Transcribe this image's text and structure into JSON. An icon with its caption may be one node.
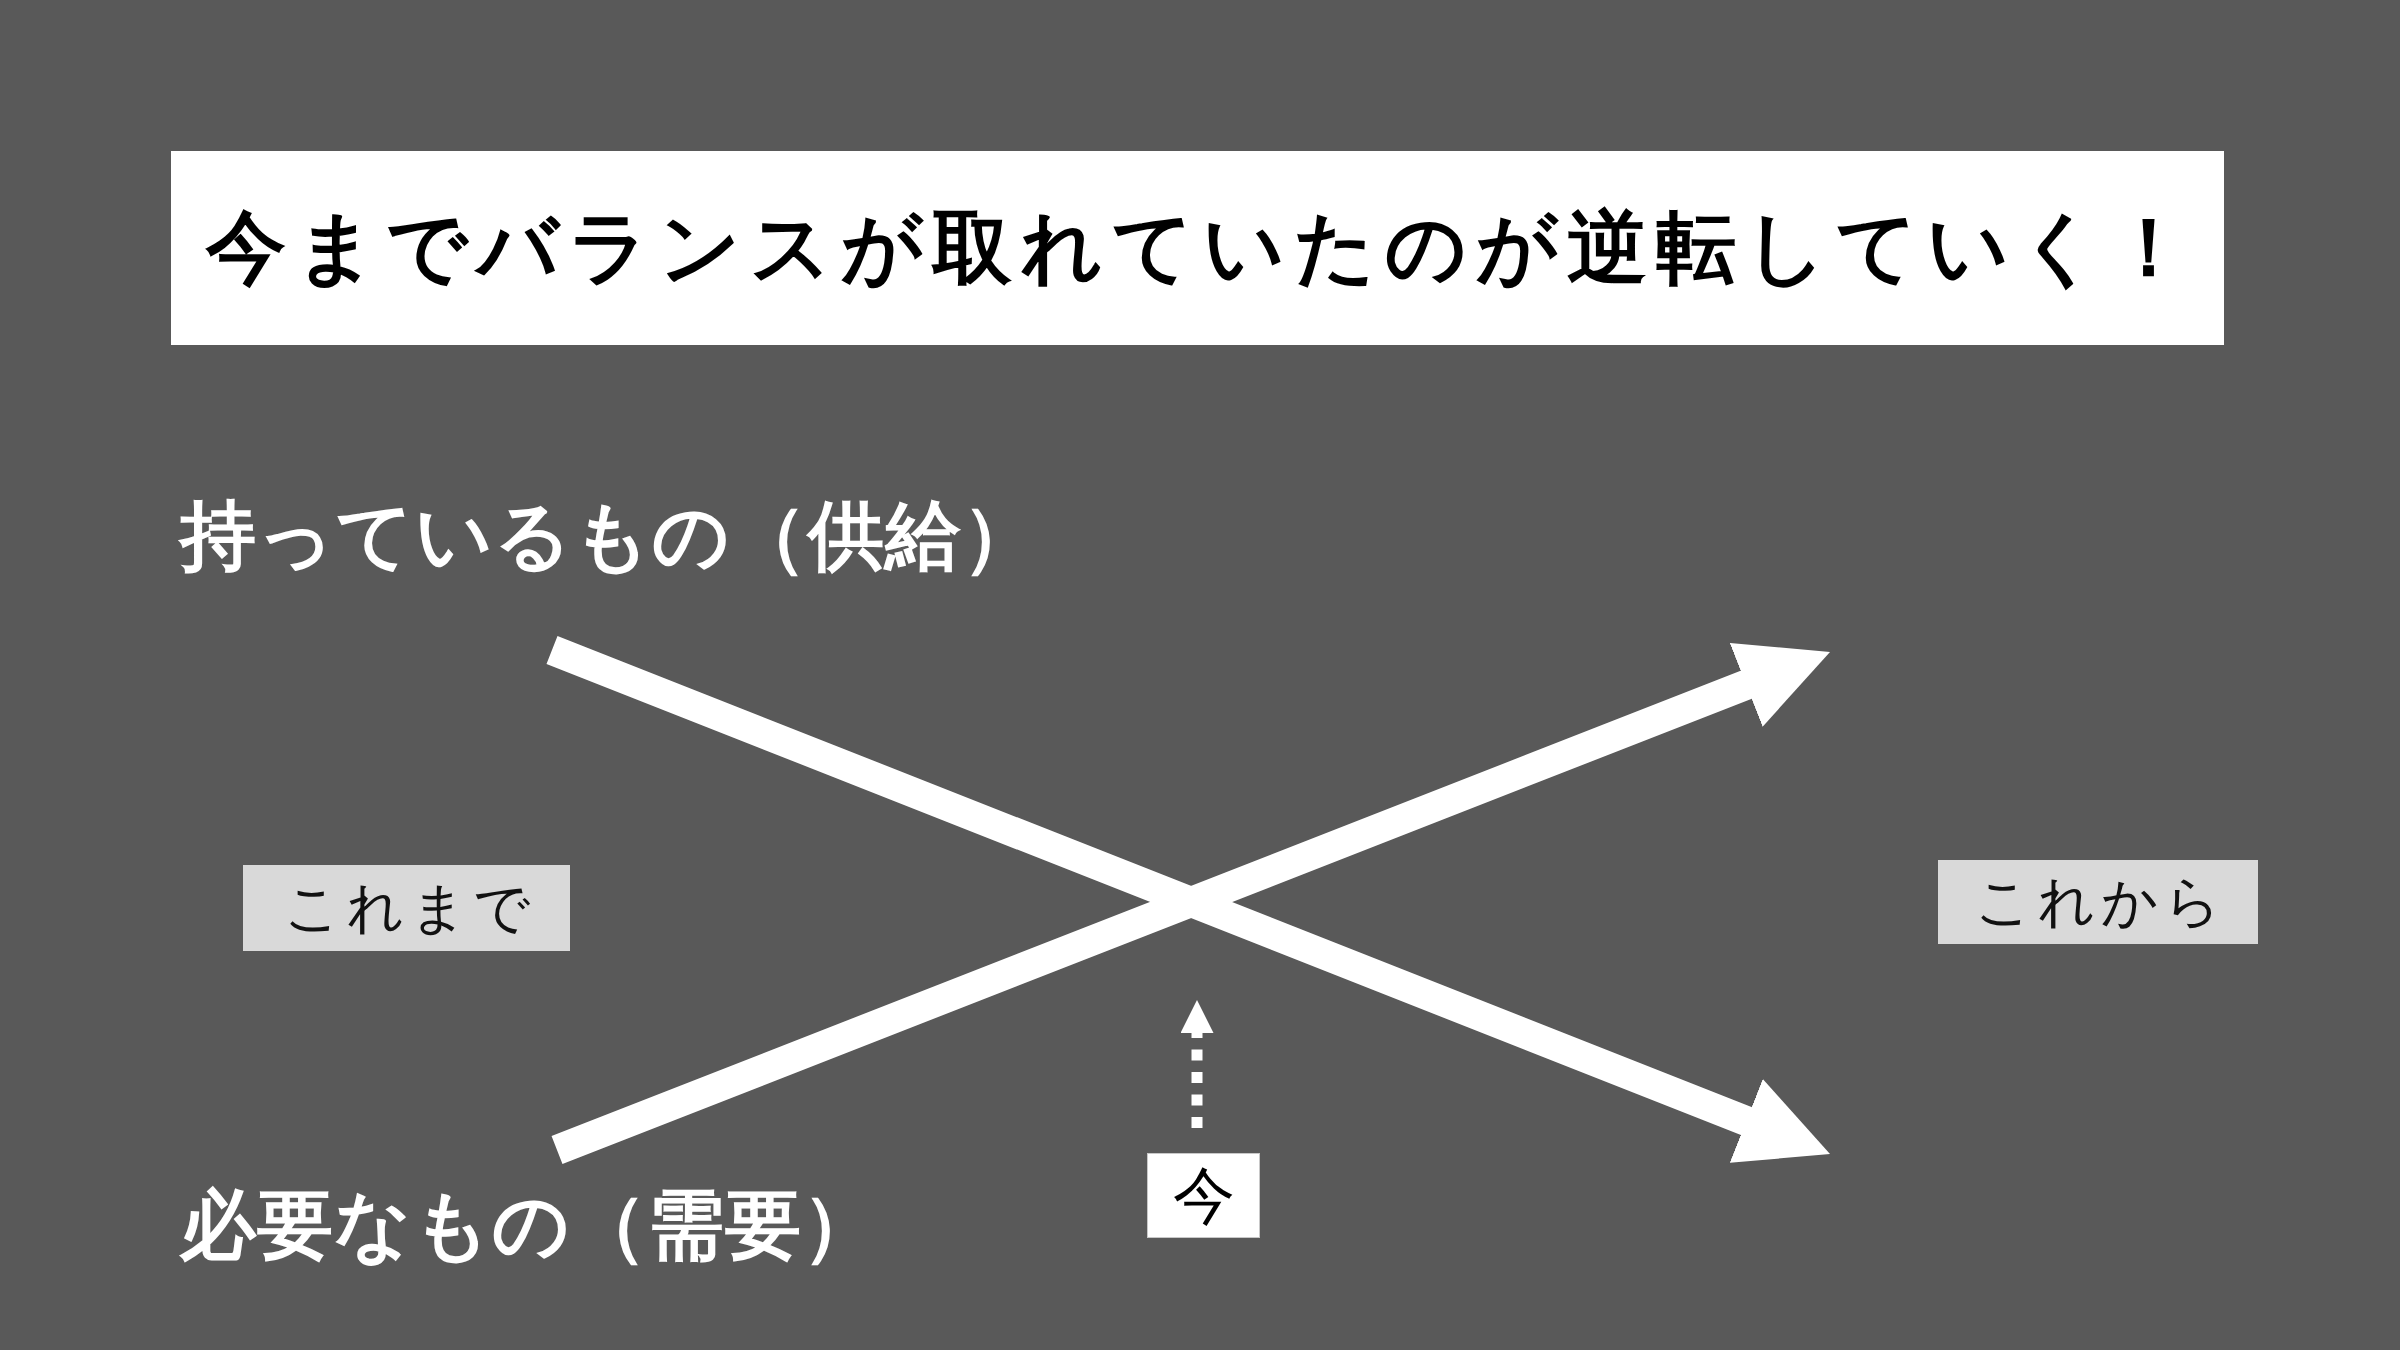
{
  "diagram": {
    "title": "今までバランスが取れていたのが逆転していく！",
    "nodes": [
      {
        "text": [
          "持っているもの（供給）"
        ]
      },
      {
        "text": [
          "これまで"
        ]
      },
      {
        "text": [
          "これから"
        ]
      },
      {
        "text": [
          "今"
        ]
      },
      {
        "text": [
          "必要なもの（需要）"
        ]
      }
    ],
    "edges": [
      {
        "from": 0,
        "to": null,
        "arrow": "to"
      },
      {
        "from": 4,
        "to": null,
        "arrow": "to"
      },
      {
        "from": 3,
        "to": null,
        "arrow": "to",
        "style": "dashed"
      }
    ]
  }
}
